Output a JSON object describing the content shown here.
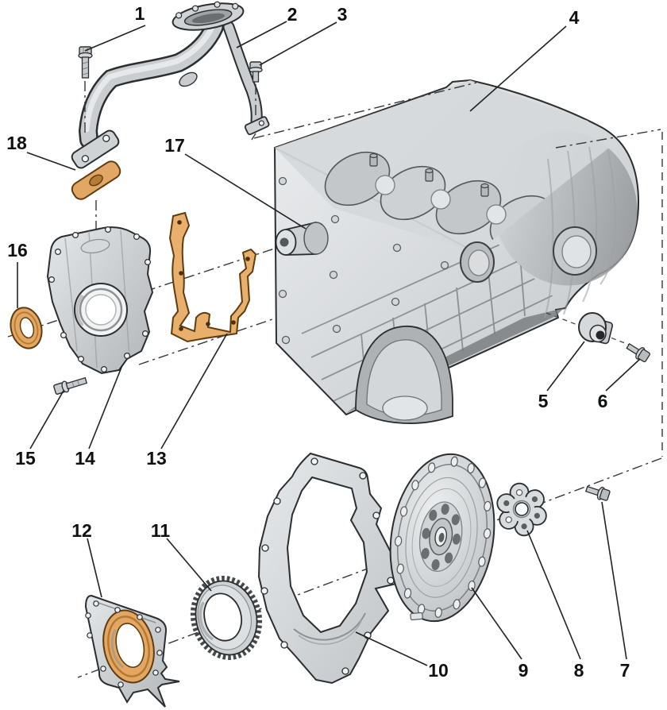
{
  "diagram": {
    "kind": "exploded-parts-diagram",
    "background": "#ffffff",
    "colors": {
      "outline": "#2b2e30",
      "metal_light": "#e9ebed",
      "metal_mid": "#c6cacd",
      "metal_dark": "#8f9396",
      "gasket_orange": "#e3a765",
      "gasket_outline": "#5d3c0e",
      "label_text": "#0e1012"
    },
    "callouts": [
      {
        "number": "1",
        "part": "bolt"
      },
      {
        "number": "2",
        "part": "oil-suction-pipe"
      },
      {
        "number": "3",
        "part": "bolt"
      },
      {
        "number": "4",
        "part": "cylinder-block"
      },
      {
        "number": "5",
        "part": "sealing-plug"
      },
      {
        "number": "6",
        "part": "bolt"
      },
      {
        "number": "7",
        "part": "bolt"
      },
      {
        "number": "8",
        "part": "hub-flange"
      },
      {
        "number": "9",
        "part": "flywheel"
      },
      {
        "number": "10",
        "part": "intermediate-plate"
      },
      {
        "number": "11",
        "part": "sensor-rotor-ring"
      },
      {
        "number": "12",
        "part": "rear-sealing-flange"
      },
      {
        "number": "13",
        "part": "gasket"
      },
      {
        "number": "14",
        "part": "front-sealing-flange"
      },
      {
        "number": "15",
        "part": "bolt"
      },
      {
        "number": "16",
        "part": "sealing-ring"
      },
      {
        "number": "17",
        "part": "crankshaft-journal"
      },
      {
        "number": "18",
        "part": "oil-pipe-gasket"
      }
    ]
  }
}
